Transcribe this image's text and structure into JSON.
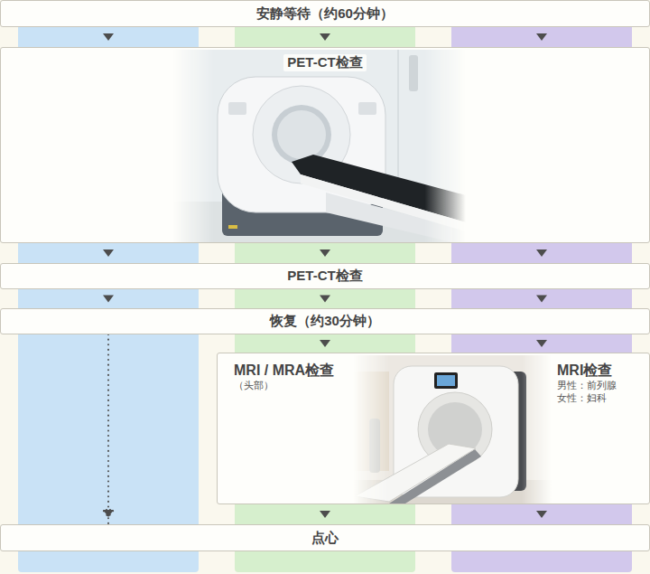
{
  "diagram": {
    "nodes": [
      {
        "text": [
          "安静等待（约60分钟）"
        ]
      },
      {
        "text": [
          "PET-CT检查"
        ]
      },
      {
        "text": [
          "PET-CT检查"
        ]
      },
      {
        "text": [
          "恢复（约30分钟）"
        ]
      },
      {
        "text": [
          "MRI / MRA检查",
          "（头部）",
          "MRI检查",
          "男性：前列腺",
          "女性：妇科"
        ]
      },
      {
        "text": [
          "点心"
        ]
      }
    ],
    "edges": [
      {
        "from": 0,
        "to": 1,
        "arrow": "to"
      },
      {
        "from": 0,
        "to": 1,
        "arrow": "to"
      },
      {
        "from": 0,
        "to": 1,
        "arrow": "to"
      },
      {
        "from": 1,
        "to": 2,
        "arrow": "to"
      },
      {
        "from": 1,
        "to": 2,
        "arrow": "to"
      },
      {
        "from": 1,
        "to": 2,
        "arrow": "to"
      },
      {
        "from": 2,
        "to": 3,
        "arrow": "to"
      },
      {
        "from": 2,
        "to": 3,
        "arrow": "to"
      },
      {
        "from": 2,
        "to": 3,
        "arrow": "to"
      },
      {
        "from": 3,
        "to": 5,
        "arrow": "to"
      },
      {
        "from": 3,
        "to": 4,
        "arrow": "to"
      },
      {
        "from": 3,
        "to": 4,
        "arrow": "to"
      },
      {
        "from": 4,
        "to": 5,
        "arrow": "to"
      },
      {
        "from": 4,
        "to": 5,
        "arrow": "to"
      }
    ]
  }
}
